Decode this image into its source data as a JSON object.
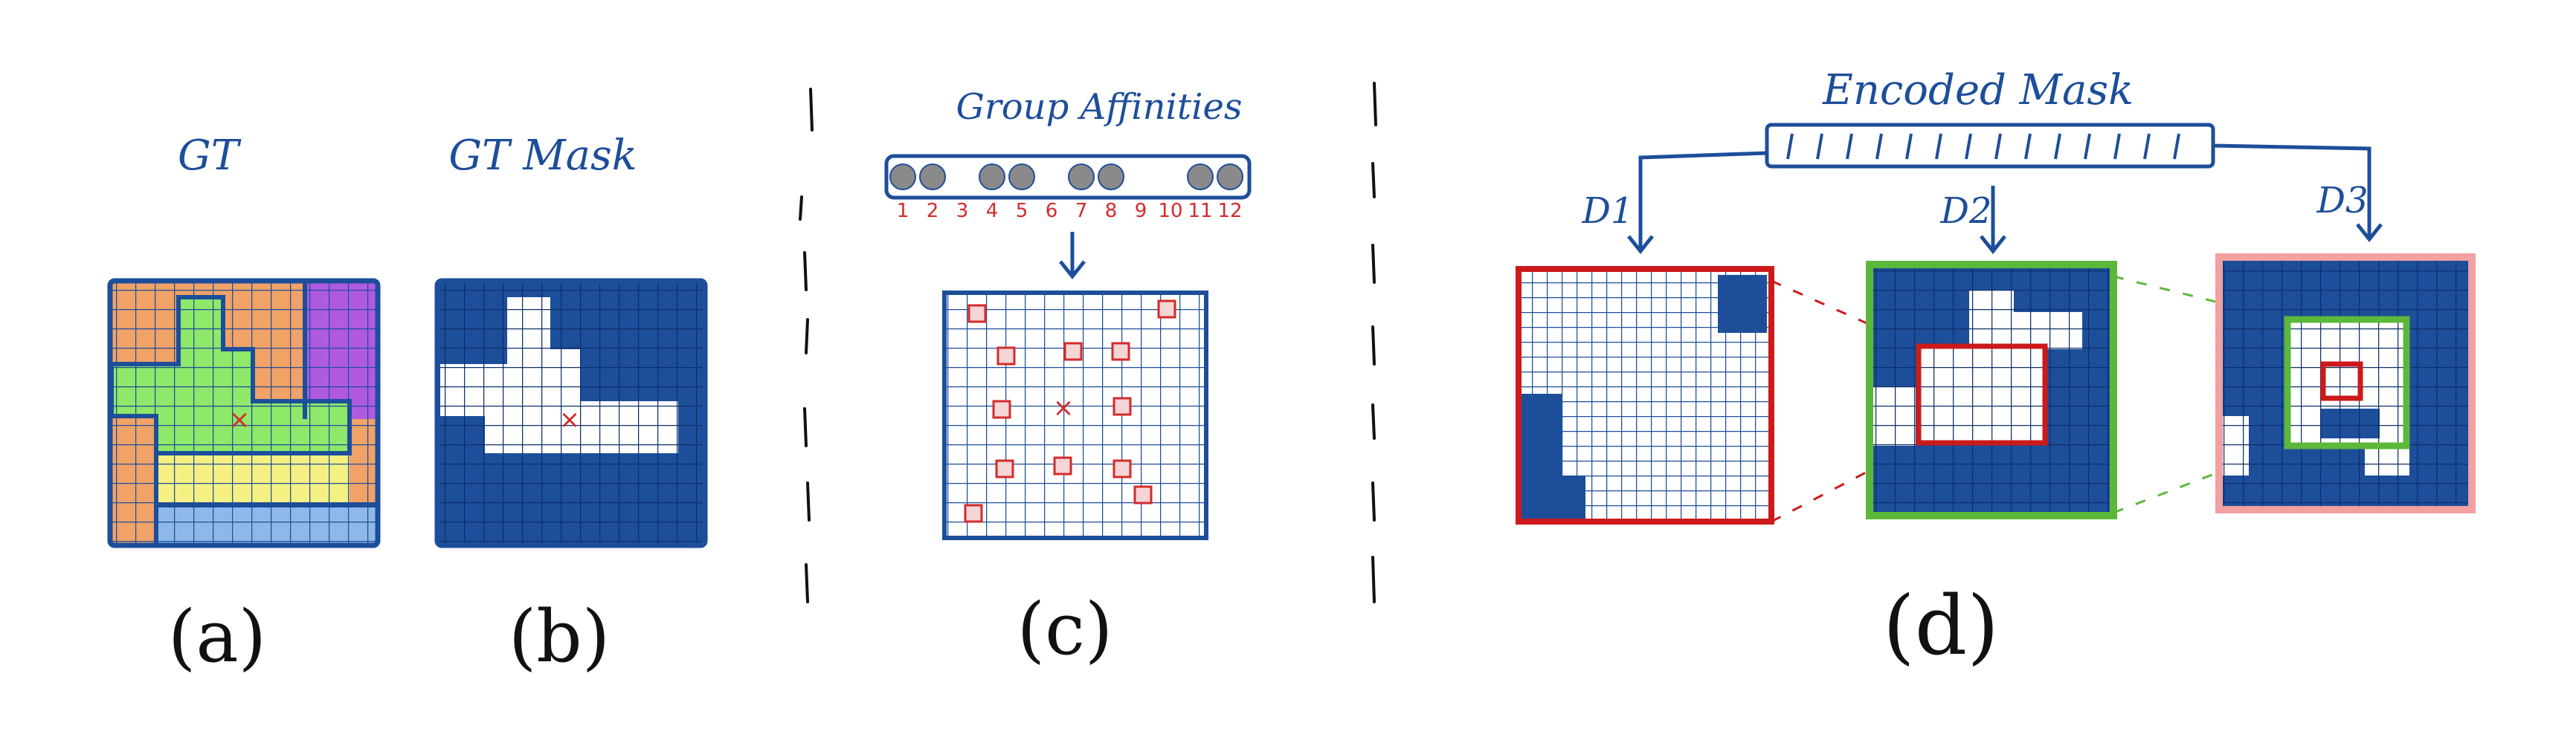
{
  "panel_a": {
    "title": "GT",
    "caption": "(a)"
  },
  "panel_b": {
    "title": "GT Mask",
    "caption": "(b)"
  },
  "panel_c": {
    "title": "Group Affinities",
    "numbers": [
      "1",
      "2",
      "3",
      "4",
      "5",
      "6",
      "7",
      "8",
      "9",
      "10",
      "11",
      "12"
    ],
    "dot_filled": [
      true,
      true,
      false,
      true,
      true,
      false,
      true,
      true,
      false,
      false,
      true,
      true
    ],
    "caption": "(c)"
  },
  "panel_d": {
    "title": "Encoded Mask",
    "decoder_labels": [
      "D1",
      "D2",
      "D3"
    ],
    "caption": "(d)"
  },
  "colors": {
    "ink_blue": "#1d4e9a",
    "red": "#d42b2b",
    "green": "#5cb83a",
    "pink": "#f2a0a0",
    "orange": "#f0a267",
    "lime": "#8ee86a",
    "yellow": "#f5f083",
    "purple": "#b05ae0",
    "light_blue": "#8fb8ea"
  }
}
